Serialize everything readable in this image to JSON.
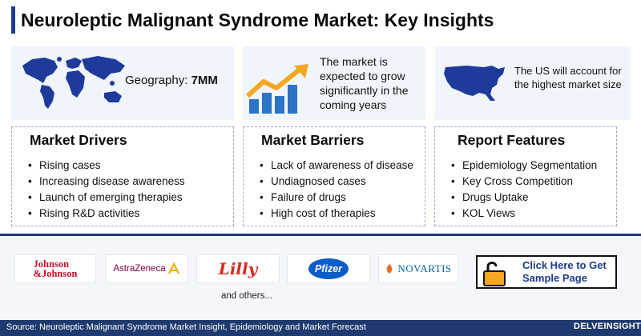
{
  "title": "Neuroleptic Malignant Syndrome Market: Key Insights",
  "insights": {
    "geography_label": "Geography: ",
    "geography_value": "7MM",
    "growth_text": "The market is expected to grow significantly in the coming years",
    "us_text": "The US will account for the highest market size"
  },
  "drivers": {
    "heading": "Market Drivers",
    "items": [
      "Rising cases",
      "Increasing disease awareness",
      "Launch of emerging therapies",
      "Rising R&D activities"
    ]
  },
  "barriers": {
    "heading": "Market Barriers",
    "items": [
      "Lack of awareness of disease",
      "Undiagnosed cases",
      "Failure of drugs",
      "High cost of therapies"
    ]
  },
  "features": {
    "heading": "Report Features",
    "items": [
      "Epidemiology Segmentation",
      "Key Cross Competition",
      "Drugs Uptake",
      "KOL Views"
    ]
  },
  "companies": {
    "jnj_line1": "Johnson",
    "jnj_line2": "&Johnson",
    "astrazeneca": "AstraZeneca",
    "lilly": "Lilly",
    "pfizer": "Pfizer",
    "novartis": "NOVARTIS",
    "others": "and others..."
  },
  "cta": {
    "line1": "Click Here to Get",
    "line2": "Sample Page"
  },
  "footer": {
    "source": "Source: Neuroleptic Malignant Syndrome Market Insight, Epidemiology and Market Forecast",
    "brand": "DELVEINSIGHT"
  },
  "colors": {
    "accent": "#1e3a8a",
    "card_bg": "#f0f4fb",
    "arrow_orange": "#f5a623",
    "bars_blue": "#2b74c6",
    "footer": "#1f3a6e"
  }
}
